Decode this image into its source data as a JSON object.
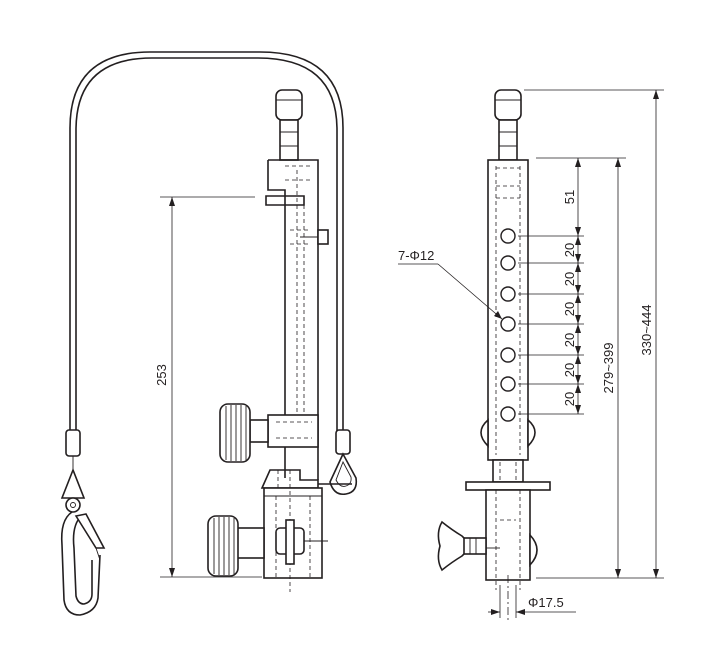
{
  "side_view": {
    "height_dim": "253"
  },
  "front_view": {
    "hole_callout": "7-Φ12",
    "top_dim": "51",
    "pitch_dims": [
      "20",
      "20",
      "20",
      "20",
      "20",
      "20"
    ],
    "range_dim_inner": "279~399",
    "range_dim_outer": "330~444",
    "bore_dim": "Φ17.5"
  }
}
